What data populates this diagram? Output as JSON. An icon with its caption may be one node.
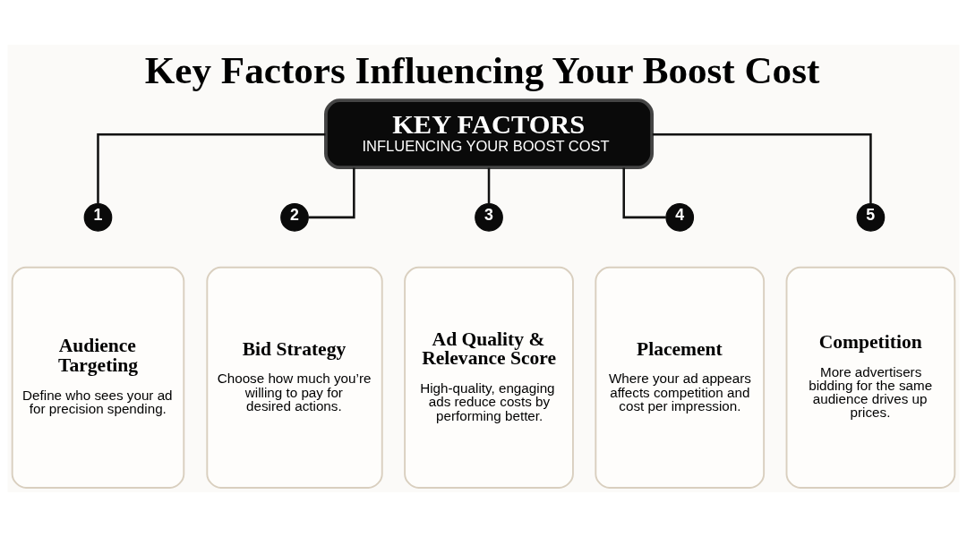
{
  "diagram": {
    "title": "Key Factors Influencing Your Boost Cost",
    "nodes": [
      {
        "text": [
          "KEY FACTORS",
          "INFLUENCING YOUR BOOST COST"
        ]
      },
      {
        "text": [
          "1"
        ]
      },
      {
        "text": [
          "2"
        ]
      },
      {
        "text": [
          "3"
        ]
      },
      {
        "text": [
          "4"
        ]
      },
      {
        "text": [
          "5"
        ]
      },
      {
        "text": [
          "Audience Targeting",
          "Define who sees your ad for precision spending."
        ]
      },
      {
        "text": [
          "Bid Strategy",
          "Choose how much you’re willing to pay for desired actions."
        ]
      },
      {
        "text": [
          "Ad Quality & Relevance Score",
          "High-quality, engaging ads reduce costs by performing better."
        ]
      },
      {
        "text": [
          "Placement",
          "Where your ad appears affects competition and cost per impression."
        ]
      },
      {
        "text": [
          "Competition",
          "More advertisers bidding for the same audience drives up prices."
        ]
      }
    ],
    "edges": [
      {
        "from": 0,
        "to": 1,
        "arrow": "none"
      },
      {
        "from": 0,
        "to": 2,
        "arrow": "none"
      },
      {
        "from": 0,
        "to": 3,
        "arrow": "none"
      },
      {
        "from": 0,
        "to": 4,
        "arrow": "none"
      },
      {
        "from": 0,
        "to": 5,
        "arrow": "none"
      }
    ]
  }
}
